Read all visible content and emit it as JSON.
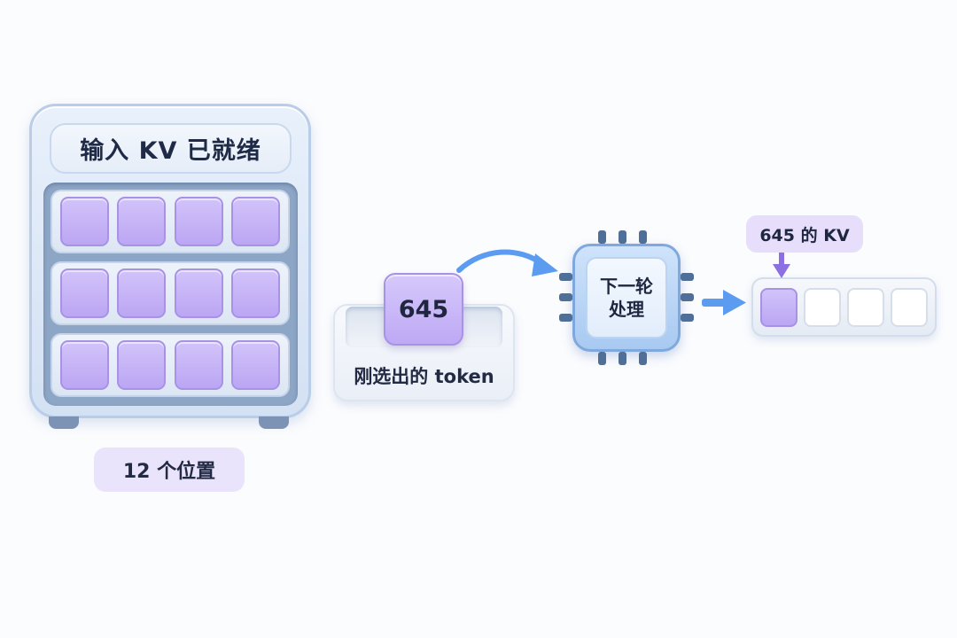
{
  "cache": {
    "title": "输入 KV 已就绪",
    "positions_label": "12 个位置",
    "rows": 3,
    "cols": 4
  },
  "token": {
    "id": "645",
    "caption": "刚选出的 token"
  },
  "processor": {
    "line1": "下一轮",
    "line2": "处理"
  },
  "output": {
    "tag": "645 的 KV",
    "cells_total": 4,
    "cells_filled": 1
  },
  "colors": {
    "slot_fill": "#bba6f3",
    "arrow_blue": "#5b9cf0",
    "tag_arrow": "#8b6fe3",
    "chip_blue": "#a8c9f1"
  }
}
